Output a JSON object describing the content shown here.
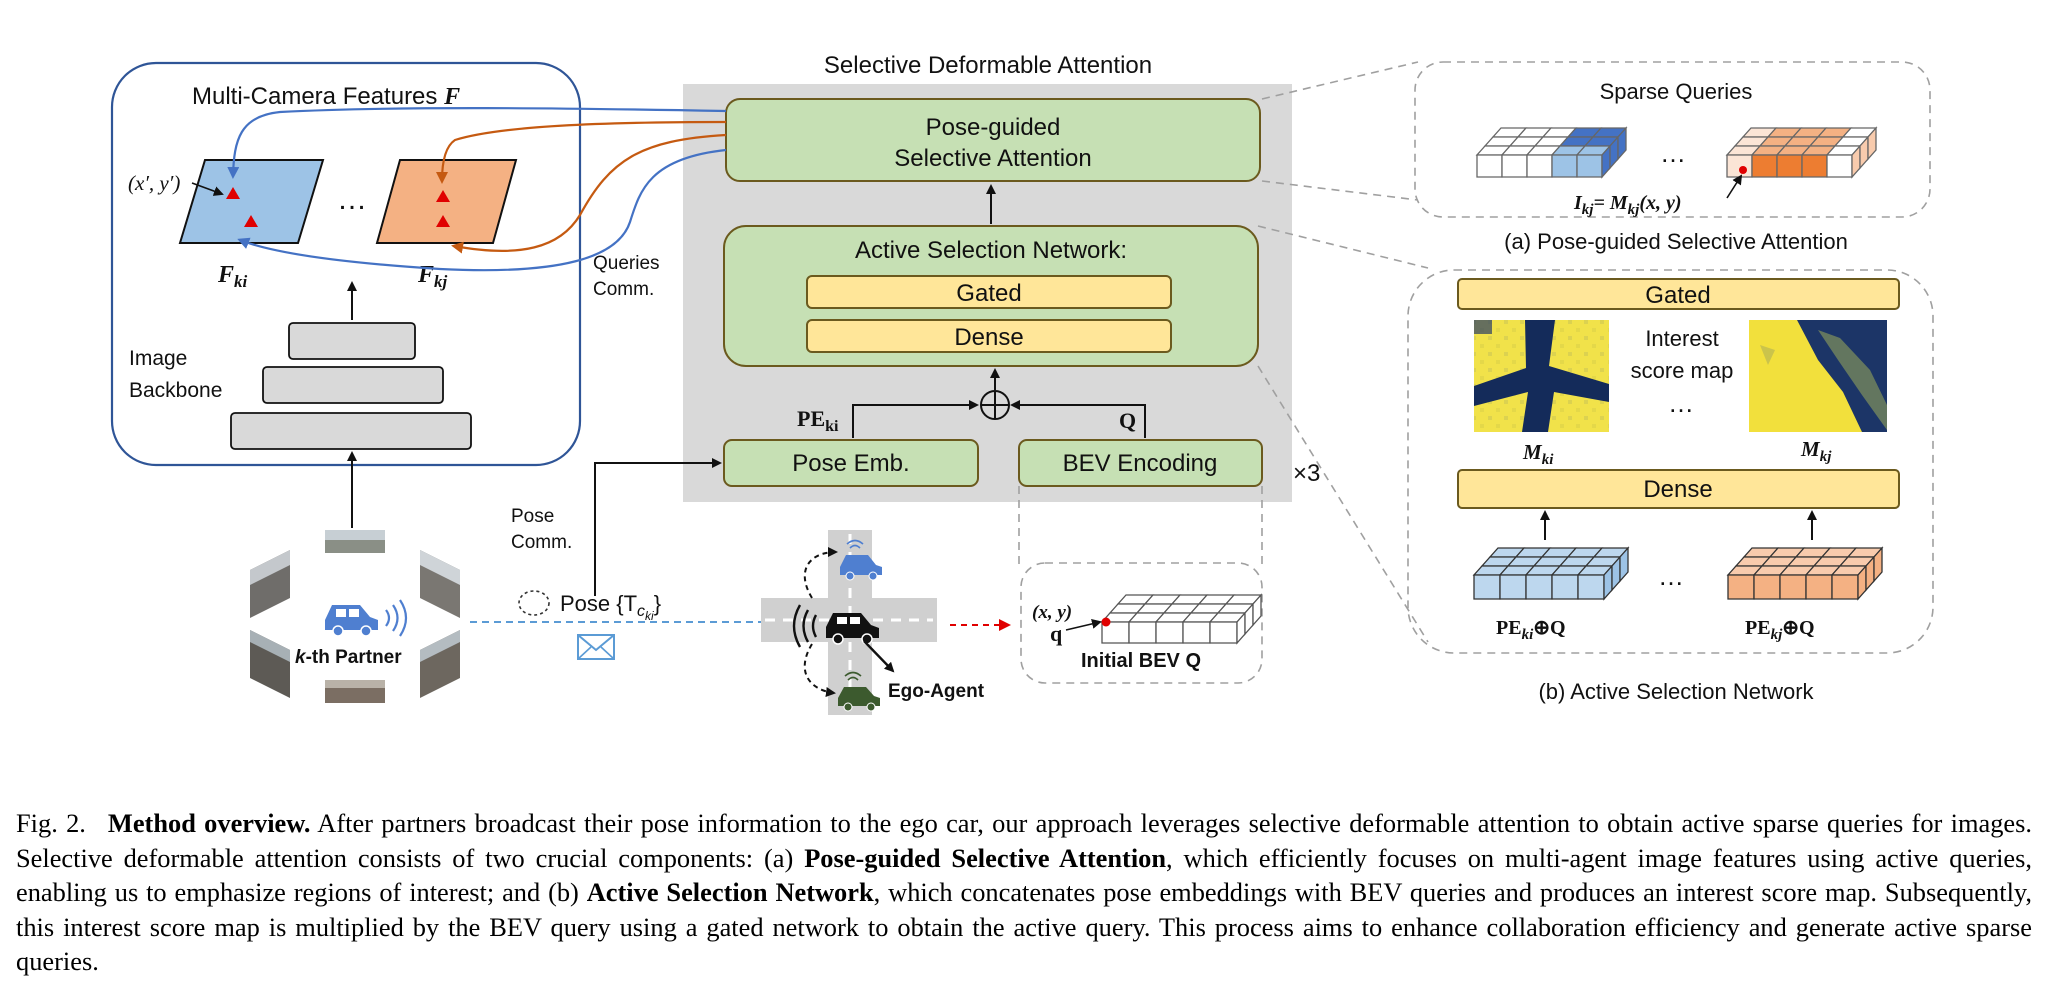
{
  "figure": {
    "multi_camera": {
      "title": "Multi-Camera Features",
      "title_symbol": "F",
      "feature_left": "F",
      "feature_left_sub": "ki",
      "feature_right": "F",
      "feature_right_sub": "kj",
      "ellipsis": "…",
      "point_label": "(x′, y′)",
      "backbone_line1": "Image",
      "backbone_line2": "Backbone"
    },
    "sda": {
      "title": "Selective Deformable Attention",
      "psa_line1": "Pose-guided",
      "psa_line2": "Selective Attention",
      "asn_title": "Active Selection Network:",
      "gated": "Gated",
      "dense": "Dense",
      "pose_emb": "Pose Emb.",
      "bev_encoding": "BEV Encoding",
      "pe_label": "PE",
      "pe_sub": "ki",
      "q_label": "Q",
      "repeat": "×3"
    },
    "comm": {
      "queries_line1": "Queries",
      "queries_line2": "Comm.",
      "pose_line1": "Pose",
      "pose_line2": "Comm.",
      "pose_msg": "Pose {T",
      "pose_msg_sub": "c",
      "pose_msg_subsub": "ki",
      "pose_msg_end": "}"
    },
    "partner": {
      "label_italic": "k",
      "label_rest": "-th Partner"
    },
    "ego": {
      "label": "Ego-Agent"
    },
    "initial_bev": {
      "xy": "(x, y)",
      "q": "q",
      "label": "Initial BEV Q"
    },
    "panel_a": {
      "title": "Sparse Queries",
      "ellipsis": "…",
      "formula_i": "I",
      "formula_i_sub": "kj",
      "formula_eq": "= M",
      "formula_m_sub": "kj",
      "formula_args": "(x, y)",
      "caption": "(a) Pose-guided Selective Attention"
    },
    "panel_b": {
      "gated": "Gated",
      "dense": "Dense",
      "interest_line1": "Interest",
      "interest_line2": "score map",
      "ellipsis_top": "…",
      "ellipsis_bottom": "…",
      "m_left": "M",
      "m_left_sub": "ki",
      "m_right": "M",
      "m_right_sub": "kj",
      "pe_left": "PE",
      "pe_left_sub": "ki",
      "pe_left_end": "⊕Q",
      "pe_right": "PE",
      "pe_right_sub": "kj",
      "pe_right_end": "⊕Q",
      "caption": "(b) Active Selection Network"
    },
    "colors": {
      "green_fill": "#c6e0b4",
      "green_stroke": "#6b5a1e",
      "yellow_fill": "#ffe699",
      "blue_feature": "#9dc3e6",
      "orange_feature": "#f4b183",
      "blue_arrow": "#4472c4",
      "orange_arrow": "#c55a11",
      "gray_panel": "#d9d9d9"
    }
  },
  "caption": {
    "label": "Fig. 2.",
    "heading": "Method overview.",
    "text1": " After partners broadcast their pose information to the ego car, our approach leverages selective deformable attention to obtain active sparse queries for images. Selective deformable attention consists of two crucial components: (a) ",
    "bold1": "Pose-guided Selective Attention",
    "text2": ", which efficiently focuses on multi-agent image features using active queries, enabling us to emphasize regions of interest; and (b) ",
    "bold2": "Active Selection Network",
    "text3": ", which concatenates pose embeddings with BEV queries and produces an interest score map. Subsequently, this interest score map is multiplied by the BEV query using a gated network to obtain the active query. This process aims to enhance collaboration efficiency and generate active sparse queries."
  }
}
